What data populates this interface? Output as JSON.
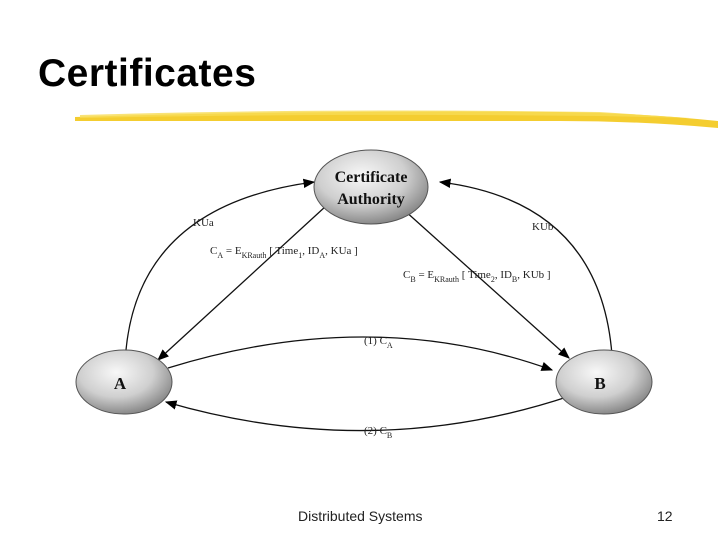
{
  "slide": {
    "title": "Certificates",
    "footer_text": "Distributed Systems",
    "page_number": "12"
  },
  "diagram": {
    "nodes": {
      "ca_line1": "Certificate",
      "ca_line2": "Authority",
      "a": "A",
      "b": "B"
    },
    "labels": {
      "kua": "KUa",
      "kub": "KUb",
      "cert_a": {
        "pre": "C",
        "sub1": "A",
        "mid": " = E",
        "sub2": "KRauth",
        "post1": " [ Time",
        "sub3": "1",
        "post2": ", ID",
        "sub4": "A",
        "post3": ", KUa ]"
      },
      "cert_b": {
        "pre": "C",
        "sub1": "B",
        "mid": " = E",
        "sub2": "KRauth",
        "post1": " [ Time",
        "sub3": "2",
        "post2": ", ID",
        "sub4": "B",
        "post3": ", KUb ]"
      },
      "step1": {
        "pre": "(1) C",
        "sub": "A"
      },
      "step2": {
        "pre": "(2) C",
        "sub": "B"
      }
    }
  },
  "colors": {
    "highlighter": "#f2c40c",
    "node_fill_light": "#f4f4f4",
    "node_fill_dark": "#8a8a8a"
  }
}
